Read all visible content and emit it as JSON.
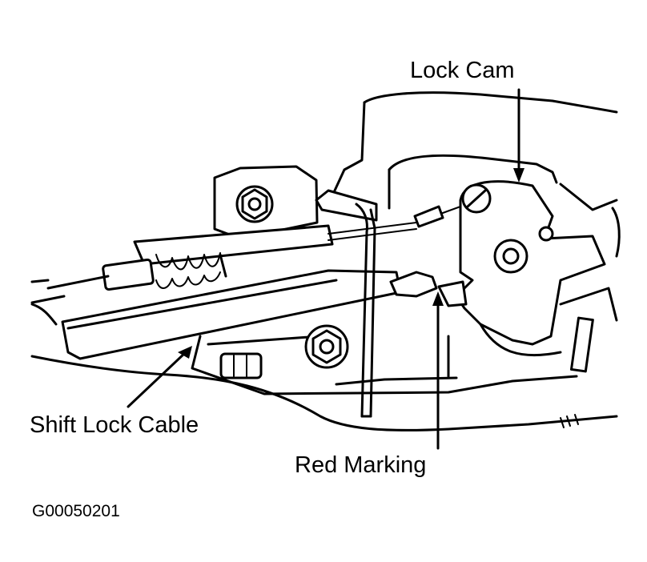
{
  "labels": {
    "lock_cam": "Lock Cam",
    "shift_lock_cable": "Shift Lock Cable",
    "red_marking": "Red Marking"
  },
  "figure_id": "G00050201",
  "colors": {
    "ink": "#000000",
    "background": "#ffffff"
  }
}
